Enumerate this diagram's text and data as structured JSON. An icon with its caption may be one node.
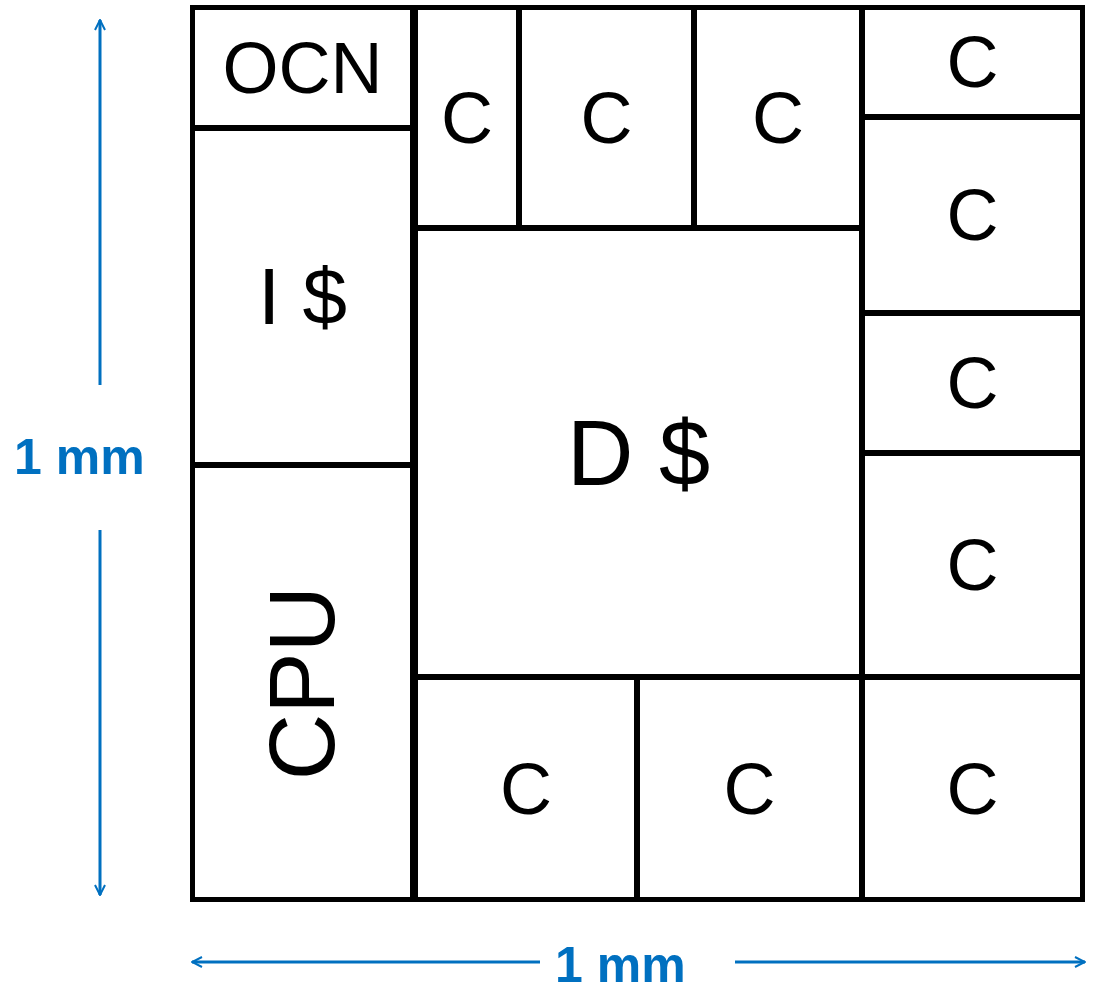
{
  "diagram": {
    "nodes": [
      {
        "text": [
          "OCN"
        ]
      },
      {
        "text": [
          "C"
        ]
      },
      {
        "text": [
          "C"
        ]
      },
      {
        "text": [
          "C"
        ]
      },
      {
        "text": [
          "C"
        ]
      },
      {
        "text": [
          "C"
        ]
      },
      {
        "text": [
          "I $"
        ]
      },
      {
        "text": [
          "D $"
        ]
      },
      {
        "text": [
          "C"
        ]
      },
      {
        "text": [
          "C"
        ]
      },
      {
        "text": [
          "CPU"
        ]
      },
      {
        "text": [
          "C"
        ]
      },
      {
        "text": [
          "C"
        ]
      },
      {
        "text": [
          "C"
        ]
      }
    ],
    "labels": [
      "1 mm",
      "1 mm"
    ]
  }
}
